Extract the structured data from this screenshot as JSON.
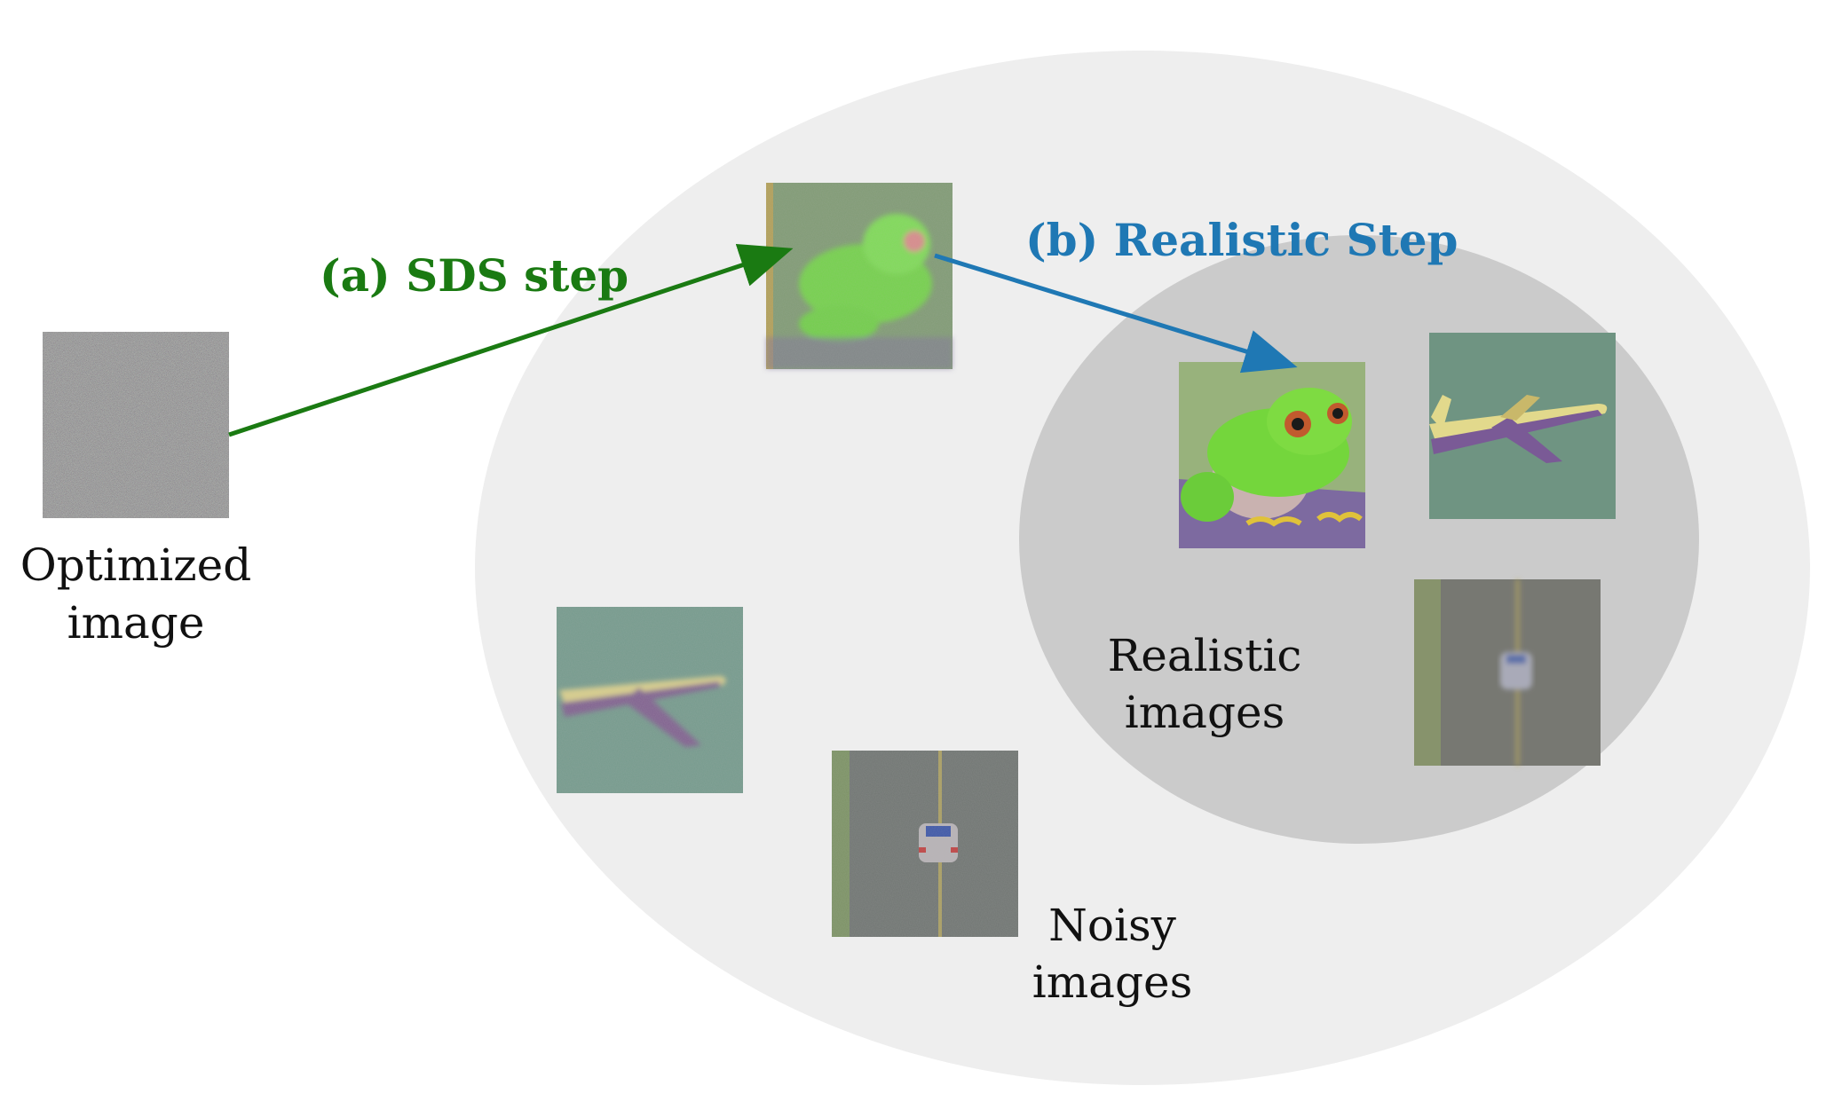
{
  "labels": {
    "optimized_line1": "Optimized",
    "optimized_line2": "image",
    "realistic_line1": "Realistic",
    "realistic_line2": "images",
    "noisy_line1": "Noisy",
    "noisy_line2": "images"
  },
  "steps": {
    "sds": "(a) SDS step",
    "realistic": "(b) Realistic Step"
  },
  "colors": {
    "sds": "#1a7a12",
    "realistic": "#1f78b4",
    "outer_region": "#eeeeee",
    "inner_region": "#cbcbcb"
  },
  "thumbnails": [
    "noise-image",
    "noisy-frog-image",
    "realistic-frog-image",
    "realistic-airplane-image",
    "realistic-car-image",
    "noisy-airplane-image",
    "noisy-car-image"
  ]
}
